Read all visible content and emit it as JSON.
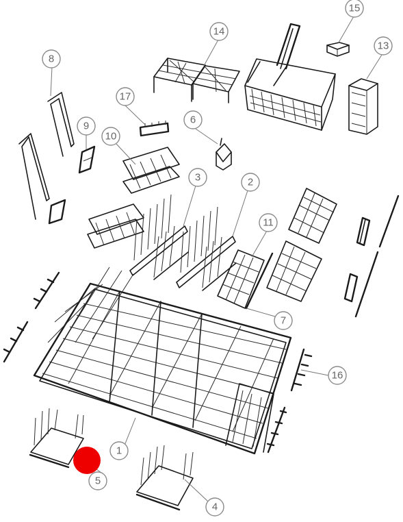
{
  "callouts": [
    {
      "id": "1",
      "label": "1"
    },
    {
      "id": "2",
      "label": "2"
    },
    {
      "id": "3",
      "label": "3"
    },
    {
      "id": "4",
      "label": "4"
    },
    {
      "id": "5",
      "label": "5"
    },
    {
      "id": "6",
      "label": "6"
    },
    {
      "id": "7",
      "label": "7"
    },
    {
      "id": "8",
      "label": "8"
    },
    {
      "id": "9",
      "label": "9"
    },
    {
      "id": "10",
      "label": "10"
    },
    {
      "id": "11",
      "label": "11"
    },
    {
      "id": "13",
      "label": "13"
    },
    {
      "id": "14",
      "label": "14"
    },
    {
      "id": "15",
      "label": "15"
    },
    {
      "id": "16",
      "label": "16"
    },
    {
      "id": "17",
      "label": "17"
    }
  ],
  "highlight_color": "#ee0000"
}
